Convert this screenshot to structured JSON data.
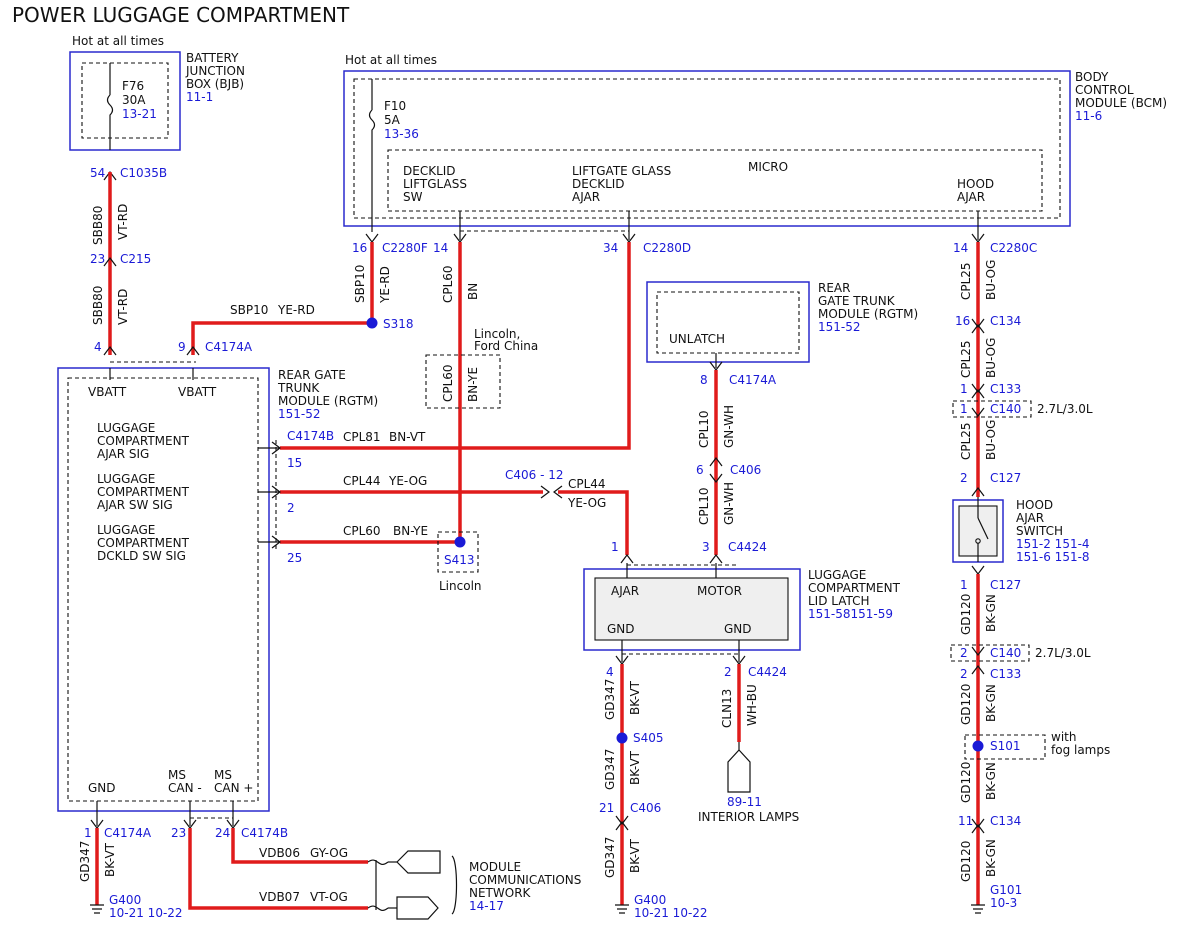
{
  "title": "POWER LUGGAGE COMPARTMENT",
  "hot_at_all_times": "Hot at all times",
  "bjb": {
    "name_lines": [
      "BATTERY",
      "JUNCTION",
      "BOX (BJB)"
    ],
    "ref": "11-1",
    "fuse_name": "F76",
    "fuse_rating": "30A",
    "fuse_ref": "13-21",
    "pin": "54",
    "connector": "C1035B"
  },
  "bcm": {
    "name_lines": [
      "BODY",
      "CONTROL",
      "MODULE (BCM)"
    ],
    "ref": "11-6",
    "fuse_name": "F10",
    "fuse_rating": "5A",
    "fuse_ref": "13-36",
    "micro_label": "MICRO",
    "func1_lines": [
      "DECKLID",
      "LIFTGLASS",
      "SW"
    ],
    "func2_lines": [
      "LIFTGATE GLASS",
      "DECKLID",
      "AJAR"
    ],
    "func3_lines": [
      "HOOD",
      "AJAR"
    ],
    "pin16": "16",
    "conn_f": "C2280F",
    "pin14": "14",
    "pin34": "34",
    "conn_d": "C2280D",
    "pin14b": "14",
    "conn_c": "C2280C"
  },
  "wires": {
    "sbb80_circuit": "SBB80",
    "sbb80_color": "VT-RD",
    "c215_pin": "23",
    "c215": "C215",
    "sbp10_circuit": "SBP10",
    "sbp10_color": "YE-RD",
    "sbp10_h_label": "SBP10",
    "sbp10_h_color": "YE-RD",
    "s318": "S318",
    "cpl60_circuit": "CPL60",
    "cpl60_color": "BN",
    "lincoln_ford_china_lines": [
      "Lincoln,",
      "Ford China"
    ],
    "cpl60_alt_circuit": "CPL60",
    "cpl60_alt_color": "BN-YE",
    "cpl81_label": "CPL81",
    "cpl81_color": "BN-VT",
    "cpl44_label": "CPL44",
    "cpl44_color": "YE-OG",
    "c406_12": "C406 - 12",
    "cpl44_b_label": "CPL44",
    "cpl44_b_color": "YE-OG",
    "cpl60_h_label": "CPL60",
    "cpl60_h_color": "BN-YE",
    "s413": "S413",
    "lincoln": "Lincoln",
    "cpl10_circuit": "CPL10",
    "cpl10_color": "GN-WH",
    "cpl25_circuit": "CPL25",
    "cpl25_color": "BU-OG",
    "gd120_circuit": "GD120",
    "gd120_color": "BK-GN",
    "gd347_circuit": "GD347",
    "gd347_color": "BK-VT",
    "cln13_circuit": "CLN13",
    "cln13_color": "WH-BU",
    "vdb06": "VDB06",
    "vdb06_color": "GY-OG",
    "vdb07": "VDB07",
    "vdb07_color": "VT-OG"
  },
  "rgtm_left": {
    "name_lines": [
      "REAR GATE",
      "TRUNK",
      "MODULE (RGTM)"
    ],
    "ref": "151-52",
    "vbatt1": "VBATT",
    "vbatt2": "VBATT",
    "pin4": "4",
    "pin9": "9",
    "conn": "C4174A",
    "sig1_lines": [
      "LUGGAGE",
      "COMPARTMENT",
      "AJAR SIG"
    ],
    "sig2_lines": [
      "LUGGAGE",
      "COMPARTMENT",
      "AJAR SW SIG"
    ],
    "sig3_lines": [
      "LUGGAGE",
      "COMPARTMENT",
      "DCKLD SW SIG"
    ],
    "conn_b": "C4174B",
    "pin15": "15",
    "pin2": "2",
    "pin25": "25",
    "gnd": "GND",
    "ms_can_minus_lines": [
      "MS",
      "CAN -"
    ],
    "ms_can_plus_lines": [
      "MS",
      "CAN +"
    ],
    "pin1": "1",
    "conn_gnd": "C4174A",
    "pin23": "23",
    "pin24": "24",
    "conn_can": "C4174B"
  },
  "rgtm_right": {
    "name_lines": [
      "REAR",
      "GATE TRUNK",
      "MODULE (RGTM)"
    ],
    "ref": "151-52",
    "unlatch": "UNLATCH",
    "pin8": "8",
    "conn": "C4174A"
  },
  "c406_mid": {
    "pin": "6",
    "conn": "C406"
  },
  "latch": {
    "name_lines": [
      "LUGGAGE",
      "COMPARTMENT",
      "LID LATCH"
    ],
    "ref": "151-58151-59",
    "ajar": "AJAR",
    "motor": "MOTOR",
    "gnd1": "GND",
    "gnd2": "GND",
    "pin1": "1",
    "pin3": "3",
    "conn": "C4424",
    "pin4": "4",
    "pin2": "2",
    "conn2": "C4424"
  },
  "s405": "S405",
  "c406_low": {
    "pin": "21",
    "conn": "C406"
  },
  "g400_a": {
    "name": "G400",
    "refs": "10-21 10-22"
  },
  "g400_b": {
    "name": "G400",
    "refs": "10-21 10-22"
  },
  "interior_lamps": {
    "ref": "89-11",
    "label": "INTERIOR LAMPS"
  },
  "network": {
    "lines": [
      "MODULE",
      "COMMUNICATIONS",
      "NETWORK"
    ],
    "ref": "14-17"
  },
  "hood": {
    "c134_pin": "16",
    "c134": "C134",
    "c133_pin": "1",
    "c133": "C133",
    "c140_pin": "1",
    "c140": "C140",
    "engine_note": "2.7L/3.0L",
    "c127_pin": "2",
    "c127": "C127",
    "switch_lines": [
      "HOOD",
      "AJAR",
      "SWITCH"
    ],
    "switch_refs1": "151-2 151-4",
    "switch_refs2": "151-6 151-8",
    "c127b_pin": "1",
    "c127b": "C127",
    "c140b_pin": "2",
    "c140b": "C140",
    "engine_note2": "2.7L/3.0L",
    "c133b_pin": "2",
    "c133b": "C133",
    "s101": "S101",
    "fog_lines": [
      "with",
      "fog lamps"
    ],
    "c134b_pin": "11",
    "c134b": "C134",
    "g101": "G101",
    "g101_ref": "10-3"
  }
}
